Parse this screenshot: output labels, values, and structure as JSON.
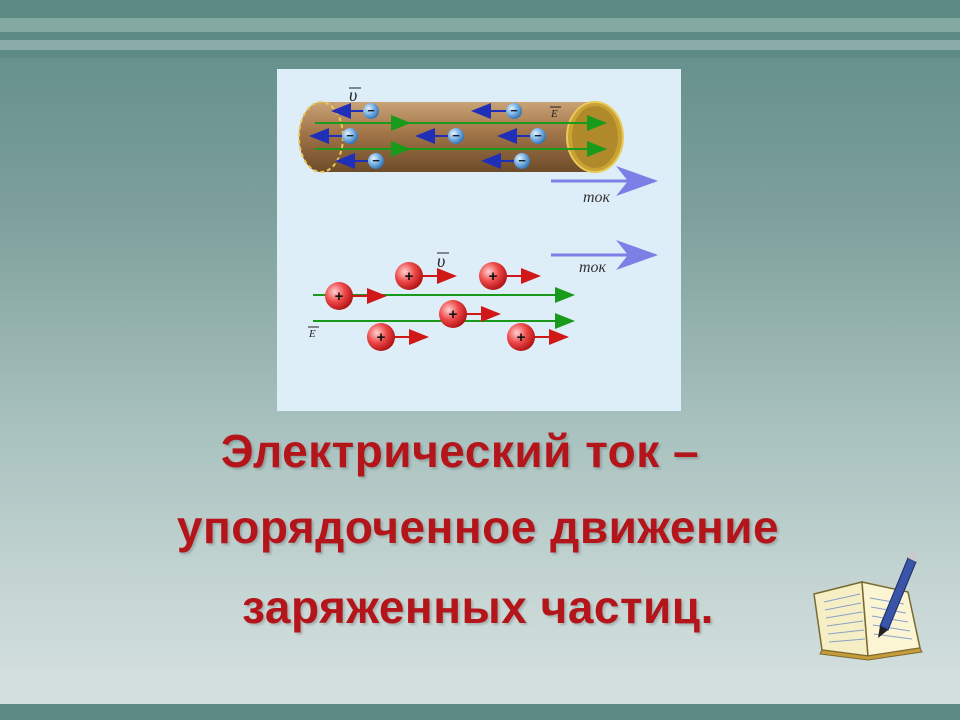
{
  "slide": {
    "title_line1": "Электрический ток –",
    "title_line2": "упорядоченное движение",
    "title_line3": "заряженных частиц."
  },
  "diagram": {
    "top_current_label": "ток",
    "bottom_current_label": "ток",
    "velocity_label_top": "υ",
    "velocity_label_bottom": "υ",
    "field_label_top": "E",
    "field_label_bottom": "E",
    "electron_sign": "−",
    "ion_sign": "+"
  },
  "colors": {
    "title": "#b4151b",
    "panel_bg": "#ddeef8",
    "wire": "#a57d4f",
    "field_arrow": "#1a9a1a",
    "electron_arrow": "#1f2fb8",
    "ion_arrow": "#d01818",
    "current_arrow": "#7a80e6"
  },
  "icons": {
    "notebook": "open-book-with-pen-icon"
  }
}
